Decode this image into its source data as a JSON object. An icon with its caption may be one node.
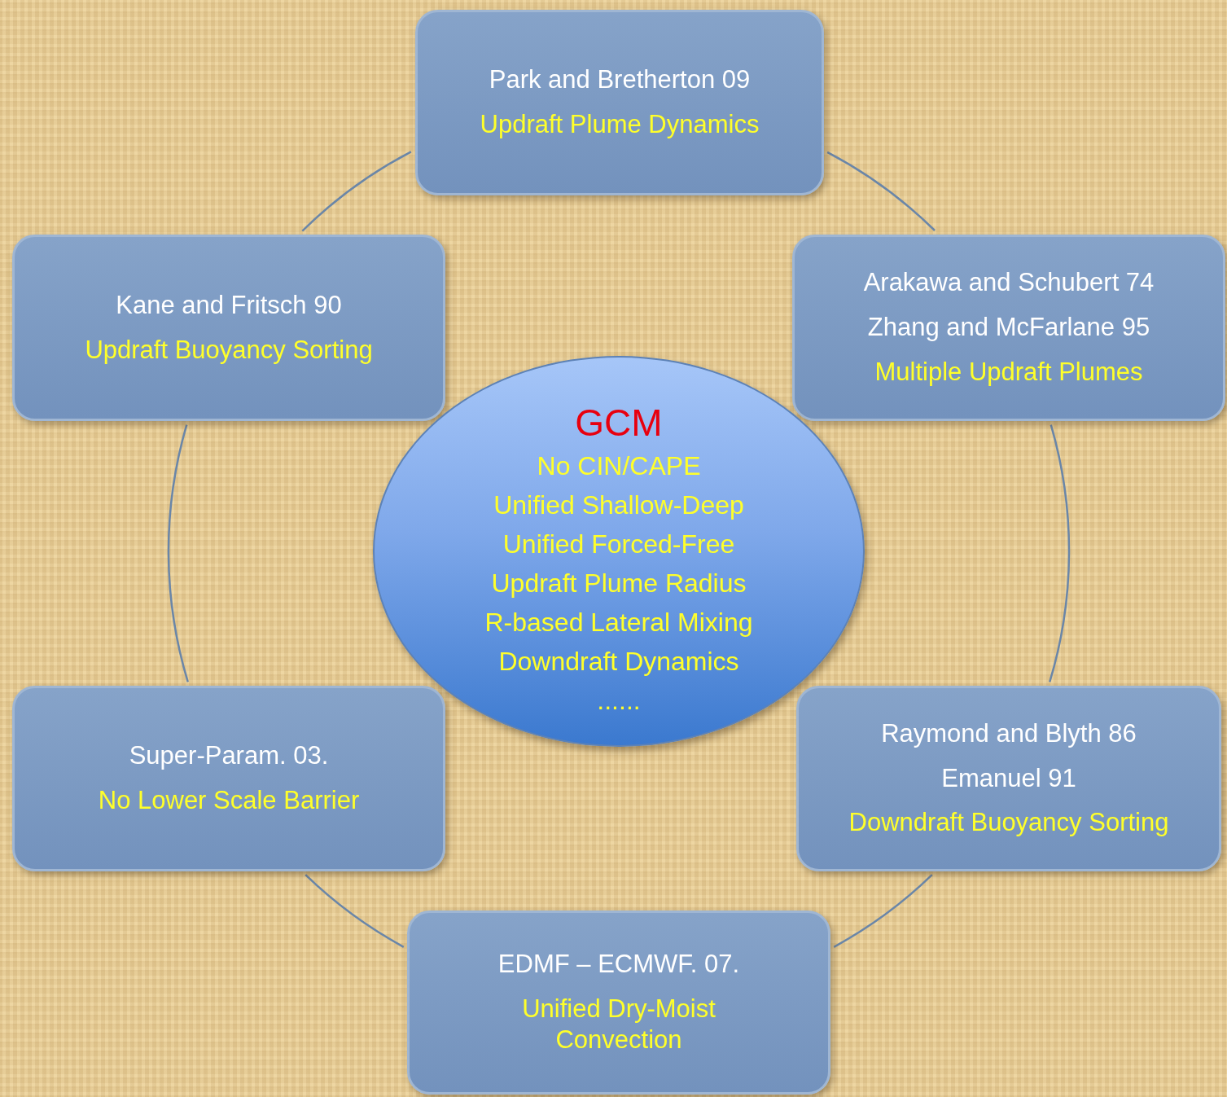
{
  "diagram": {
    "nodes": [
      {
        "text": [
          "Park and Bretherton 09",
          "Updraft Plume Dynamics"
        ]
      },
      {
        "text": [
          "Kane and Fritsch 90",
          "Updraft Buoyancy Sorting"
        ]
      },
      {
        "text": [
          "Arakawa and Schubert 74",
          "Zhang and McFarlane 95",
          "Multiple Updraft Plumes"
        ]
      },
      {
        "text": [
          "GCM",
          "No CIN/CAPE",
          "Unified Shallow-Deep",
          "Unified Forced-Free",
          "Updraft Plume Radius",
          "R-based Lateral Mixing",
          "Downdraft Dynamics",
          "......"
        ]
      },
      {
        "text": [
          "Super-Param. 03.",
          "No Lower Scale Barrier"
        ]
      },
      {
        "text": [
          "Raymond and Blyth 86",
          "Emanuel 91",
          "Downdraft Buoyancy Sorting"
        ]
      },
      {
        "text": [
          "EDMF – ECMWF. 07.",
          "Unified Dry-Moist Convection"
        ]
      }
    ],
    "edges": [
      {
        "from": 0,
        "to": 2,
        "arrow": "none"
      },
      {
        "from": 2,
        "to": 5,
        "arrow": "none"
      },
      {
        "from": 5,
        "to": 6,
        "arrow": "none"
      },
      {
        "from": 6,
        "to": 4,
        "arrow": "none"
      },
      {
        "from": 4,
        "to": 1,
        "arrow": "none"
      },
      {
        "from": 1,
        "to": 0,
        "arrow": "none"
      }
    ]
  }
}
